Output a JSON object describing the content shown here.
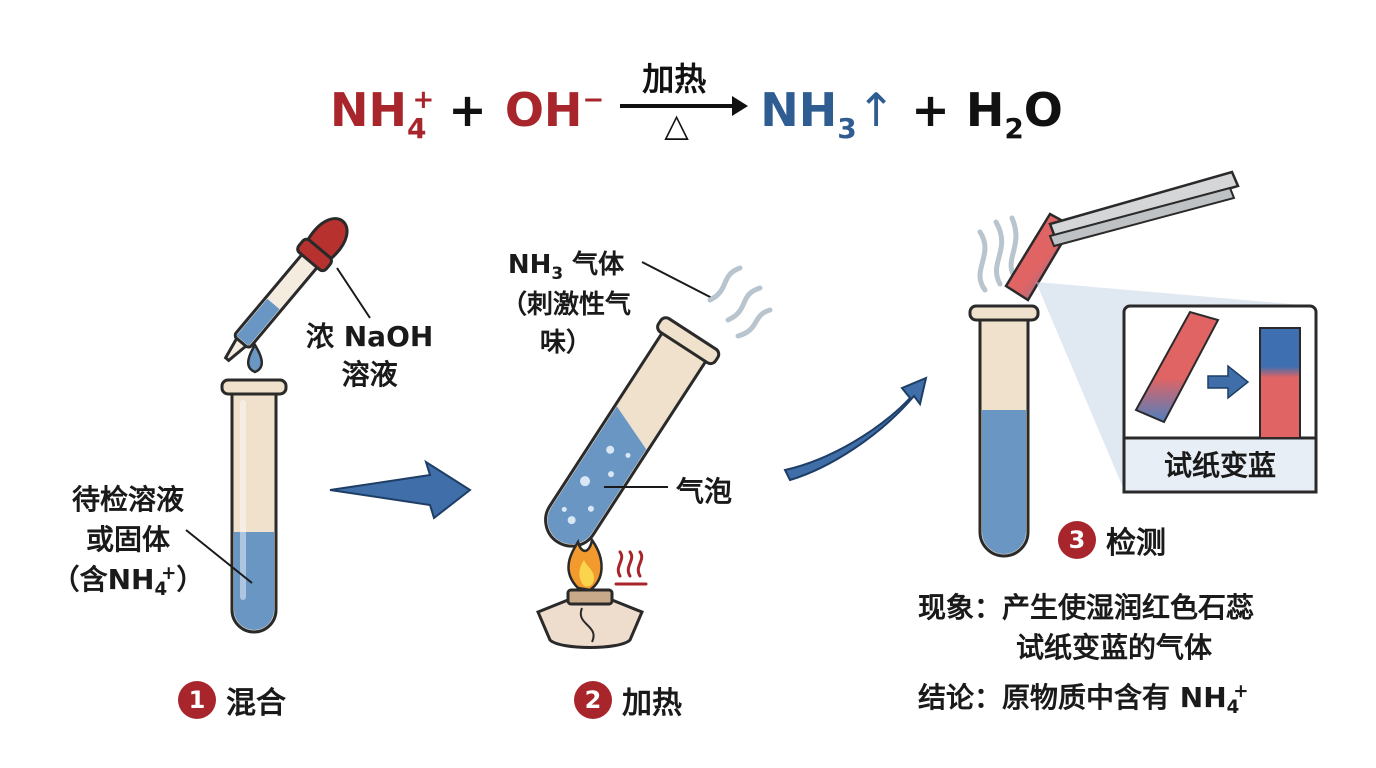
{
  "equation": {
    "reactant1": "NH",
    "reactant1_sub": "4",
    "reactant1_sup": "+",
    "plus1": "+",
    "reactant2": "OH",
    "reactant2_sup": "−",
    "condition_top": "加热",
    "condition_bottom": "△",
    "product1": "NH",
    "product1_sub": "3",
    "product1_arrow": "↑",
    "plus2": "+",
    "product2_a": "H",
    "product2_sub": "2",
    "product2_b": "O"
  },
  "step1": {
    "dropper_label_line1": "浓 NaOH",
    "dropper_label_line2": "溶液",
    "sample_label_line1": "待检溶液",
    "sample_label_line2": "或固体",
    "sample_label_line3_a": "（含NH",
    "sample_label_line3_sub": "4",
    "sample_label_line3_sup": "+",
    "sample_label_line3_b": "）",
    "number": "1",
    "title": "混合"
  },
  "step2": {
    "gas_label_a": "NH",
    "gas_label_sub": "3",
    "gas_label_b": " 气体",
    "gas_note": "（刺激性气味）",
    "bubble_label": "气泡",
    "number": "2",
    "title": "加热"
  },
  "step3": {
    "number": "3",
    "title": "检测",
    "inset_caption": "试纸变蓝",
    "phenomenon_label": "现象：",
    "phenomenon_line1": "产生使湿润红色石蕊",
    "phenomenon_line2": "试纸变蓝的气体",
    "conclusion_label": "结论：",
    "conclusion_text": "原物质中含有 NH",
    "conclusion_sub": "4",
    "conclusion_sup": "+"
  },
  "colors": {
    "accent_red": "#a8262b",
    "accent_blue": "#2f5d92",
    "liquid_blue": "#6a96c4",
    "tube_beige": "#efe1cc",
    "litmus_red": "#e06464"
  }
}
